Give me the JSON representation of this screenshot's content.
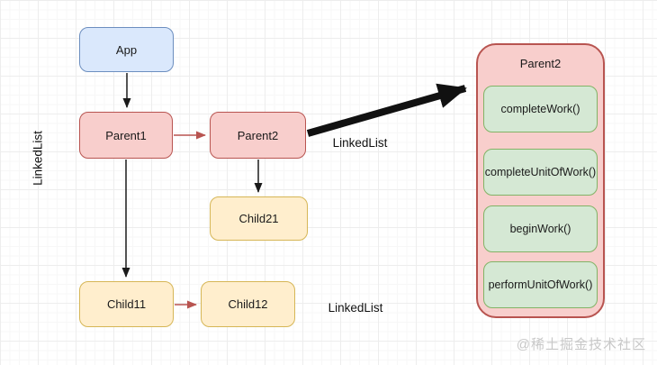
{
  "diagram": {
    "nodes": {
      "app": {
        "label": "App",
        "fill": "#dae8fc",
        "stroke": "#6c8ebf"
      },
      "parent1": {
        "label": "Parent1",
        "fill": "#f8cecc",
        "stroke": "#b85450"
      },
      "parent2": {
        "label": "Parent2",
        "fill": "#f8cecc",
        "stroke": "#b85450"
      },
      "child21": {
        "label": "Child21",
        "fill": "#ffeecd",
        "stroke": "#d6b656"
      },
      "child11": {
        "label": "Child11",
        "fill": "#ffeecd",
        "stroke": "#d6b656"
      },
      "child12": {
        "label": "Child12",
        "fill": "#ffeecd",
        "stroke": "#d6b656"
      }
    },
    "edge_labels": {
      "left": "LinkedList",
      "middle": "LinkedList",
      "bottom": "LinkedList"
    },
    "edge_colors": {
      "black": "#1a1a1a",
      "red": "#b85450"
    },
    "detail_panel": {
      "title": "Parent2",
      "fill": "#f8cecc",
      "stroke": "#b85450",
      "method_fill": "#d5e8d4",
      "method_stroke": "#82b366",
      "methods": [
        "completeWork()",
        "completeUnitOfWork()",
        "beginWork()",
        "performUnitOfWork()"
      ]
    }
  },
  "watermark": "@稀土掘金技术社区"
}
